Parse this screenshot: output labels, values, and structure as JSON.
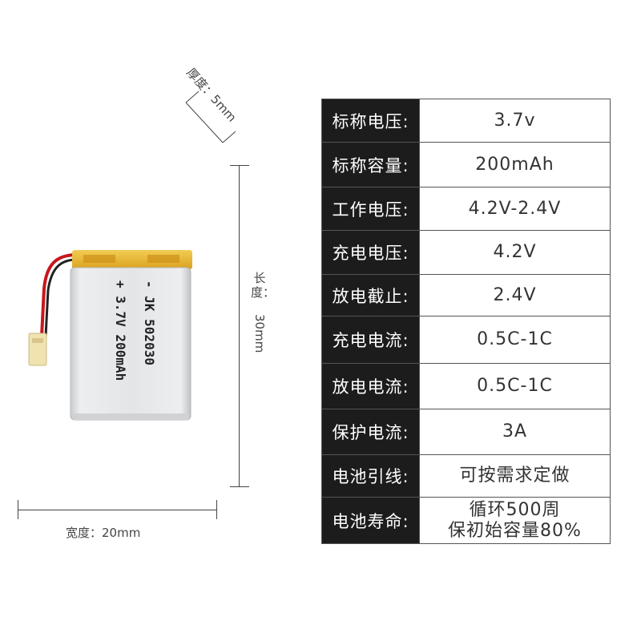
{
  "dimensions": {
    "thickness_label": "厚度：5mm",
    "length_label_char1": "长",
    "length_label_char2": "度：",
    "length_label_num": "30mm",
    "width_label": "宽度：20mm"
  },
  "battery": {
    "line1": "- JK  502030",
    "line2": "+ 3.7V  200mAh",
    "colors": {
      "body": "#e2e4e6",
      "tape": "#e8b830",
      "wire_red": "#c8161b",
      "wire_black": "#222222",
      "connector": "#f0e3b0"
    }
  },
  "specs": [
    {
      "label": "标称电压:",
      "value": "3.7v"
    },
    {
      "label": "标称容量:",
      "value": "200mAh"
    },
    {
      "label": "工作电压:",
      "value": "4.2V-2.4V"
    },
    {
      "label": "充电电压:",
      "value": "4.2V"
    },
    {
      "label": "放电截止:",
      "value": "2.4V"
    },
    {
      "label": "充电电流:",
      "value": "0.5C-1C"
    },
    {
      "label": "放电电流:",
      "value": "0.5C-1C"
    },
    {
      "label": "保护电流:",
      "value": "3A"
    },
    {
      "label": "电池引线:",
      "value": "可按需求定做"
    },
    {
      "label": "电池寿命:",
      "value": "循环500周",
      "value2": "保初始容量80%"
    }
  ]
}
